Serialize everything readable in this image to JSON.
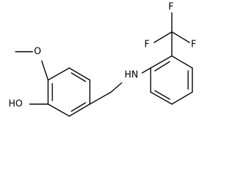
{
  "molecule": {
    "atom_labels": {
      "methoxy_oxygen": "O",
      "hydroxyl": "HO",
      "amine": "HN",
      "fluorine_top": "F",
      "fluorine_left": "F",
      "fluorine_right": "F"
    },
    "colors": {
      "bond": "#000000",
      "label": "#000000",
      "background": "#ffffff"
    }
  }
}
